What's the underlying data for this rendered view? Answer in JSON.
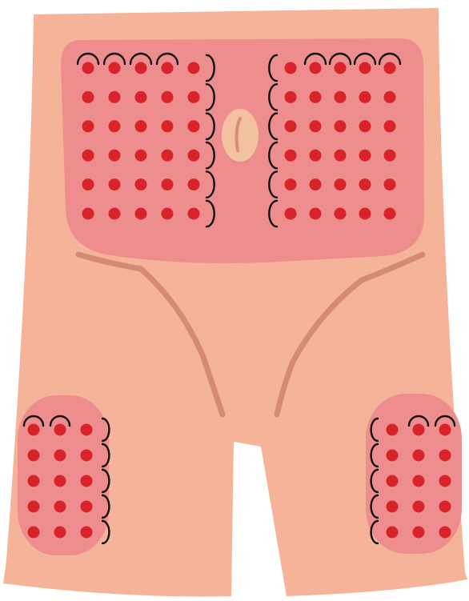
{
  "figure": {
    "subject": "lower-torso-front",
    "colors": {
      "background": "#ffffff",
      "skin": "#f5b39a",
      "zone": "#ee8d8d",
      "navel_outer": "#f2c1a0",
      "navel_inner": "#d98c76",
      "crease": "#d58a75",
      "dot": "#d8232a",
      "arc": "#111111"
    }
  },
  "zones": [
    {
      "id": "abdomen-left",
      "rows": 6,
      "cols": 5,
      "top_arcs": 4,
      "side_arcs": 6,
      "arc_side": "right"
    },
    {
      "id": "abdomen-right",
      "rows": 6,
      "cols": 5,
      "top_arcs": 4,
      "side_arcs": 6,
      "arc_side": "left"
    },
    {
      "id": "thigh-left",
      "rows": 5,
      "cols": 3,
      "top_arcs": 2,
      "side_arcs": 5,
      "arc_side": "right"
    },
    {
      "id": "thigh-right",
      "rows": 5,
      "cols": 3,
      "top_arcs": 2,
      "side_arcs": 5,
      "arc_side": "left"
    }
  ]
}
